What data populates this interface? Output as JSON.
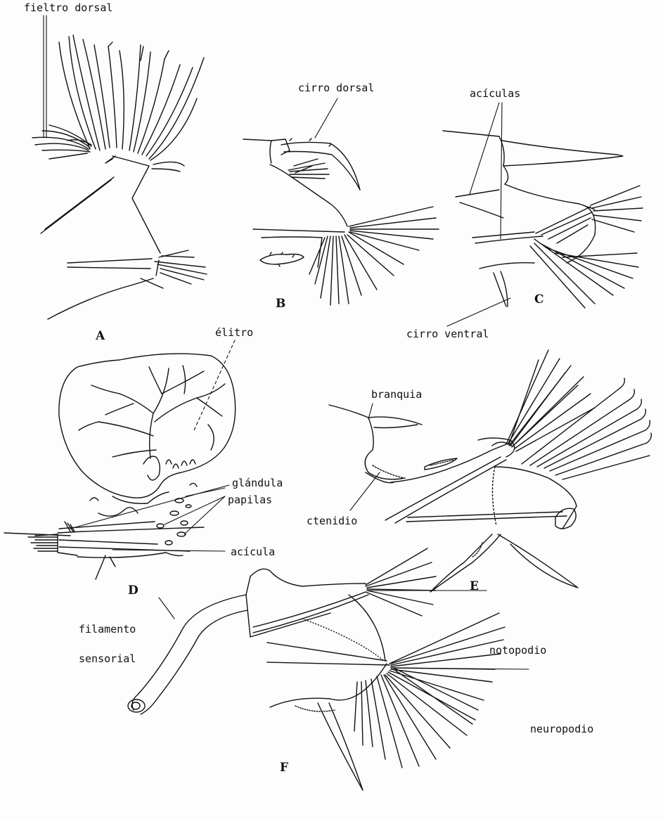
{
  "panels": {
    "A": {
      "letter": "A",
      "labels": {
        "fieltro_dorsal": "fieltro dorsal"
      }
    },
    "B": {
      "letter": "B",
      "labels": {
        "cirro_dorsal": "cirro dorsal"
      }
    },
    "C": {
      "letter": "C",
      "labels": {
        "aciculas": "acículas",
        "cirro_ventral": "cirro ventral"
      }
    },
    "D": {
      "letter": "D",
      "labels": {
        "elitro": "élitro",
        "glandula": "glándula",
        "papilas": "papilas",
        "acicula": "acícula"
      }
    },
    "E": {
      "letter": "E",
      "labels": {
        "branquia": "branquia",
        "ctenidio": "ctenidio"
      }
    },
    "F": {
      "letter": "F",
      "labels": {
        "filamento": "filamento",
        "sensorial": "sensorial",
        "notopodio": "notopodio",
        "neuropodio": "neuropodio"
      }
    }
  },
  "colors": {
    "ink": "#111111",
    "paper": "#fdfdfd"
  }
}
